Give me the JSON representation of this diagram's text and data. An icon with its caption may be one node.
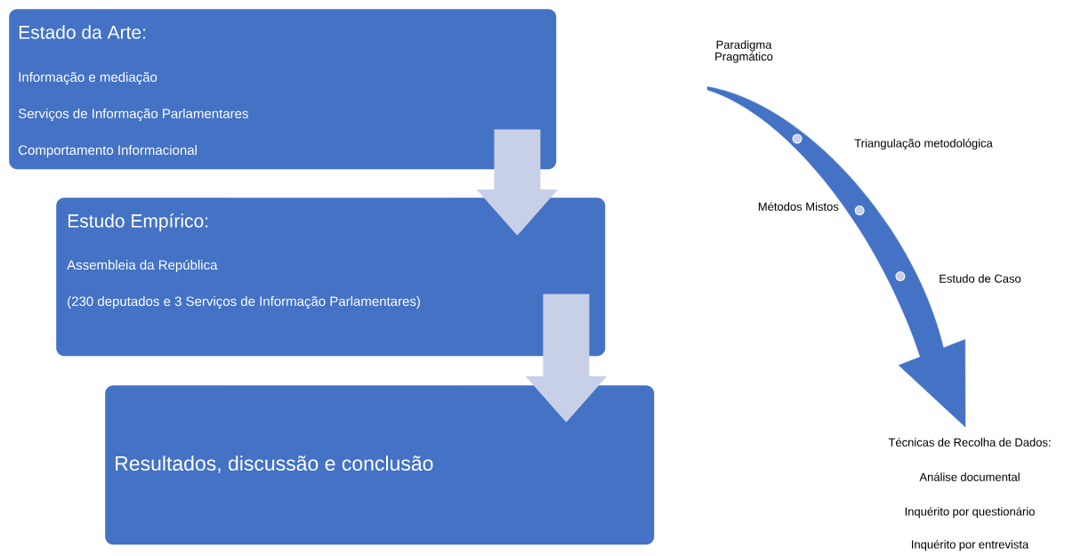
{
  "diagram": {
    "nodes": [
      {
        "text": [
          "Estado da Arte:",
          "Informação e mediação",
          "Serviços de Informação Parlamentares",
          "Comportamento Informacional"
        ]
      },
      {
        "text": [
          "Estudo Empírico:",
          "Assembleia da República",
          "(230 deputados e 3 Serviços de Informação Parlamentares)"
        ]
      },
      {
        "text": [
          "Resultados, discussão e conclusão"
        ]
      },
      {
        "text": [
          "Paradigma Pragmático"
        ]
      },
      {
        "text": [
          "Técnicas de Recolha de Dados:",
          "Análise documental",
          "Inquérito por questionário",
          "Inquérito por entrevista"
        ]
      }
    ],
    "edges": [
      {
        "from": 0,
        "to": 1,
        "arrow": "to"
      },
      {
        "from": 1,
        "to": 2,
        "arrow": "to"
      },
      {
        "from": 3,
        "to": 4,
        "arrow": "to",
        "color": "#4472c4"
      }
    ],
    "labels": [
      "Triangulação metodológica",
      "Métodos Mistos",
      "Estudo de Caso"
    ]
  }
}
